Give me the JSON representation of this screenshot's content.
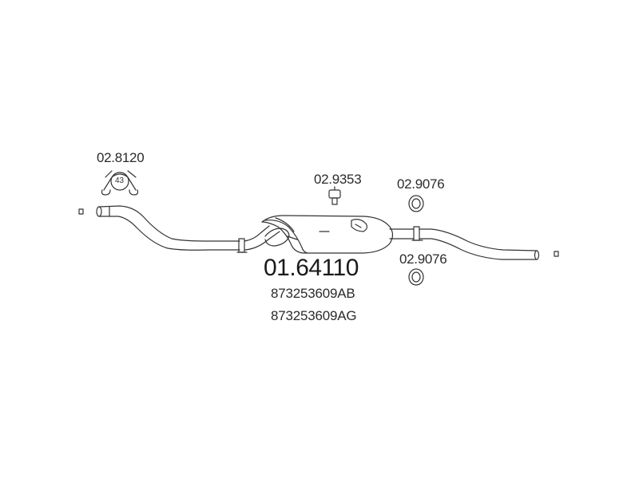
{
  "parts": {
    "clamp": {
      "code": "02.8120",
      "size": "43"
    },
    "rubber_mount": {
      "code": "02.9353"
    },
    "ring_top": {
      "code": "02.9076"
    },
    "ring_bottom": {
      "code": "02.9076"
    },
    "main_part": {
      "code": "01.64110"
    },
    "oem_numbers": [
      "873253609AB",
      "873253609AG"
    ]
  },
  "colors": {
    "line": "#333333",
    "text": "#2b2b2b"
  }
}
